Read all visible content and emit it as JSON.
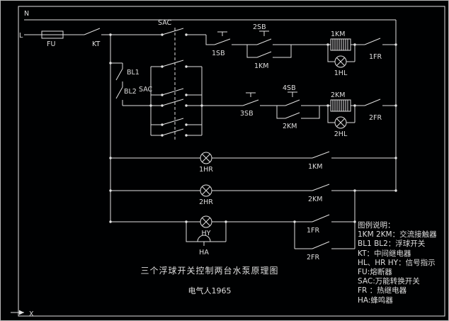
{
  "diagram": {
    "power": {
      "n": "N",
      "l": "L",
      "fu": "FU",
      "kt": "KT"
    },
    "sac": {
      "label_top": "SAC",
      "label_mid": "SAC"
    },
    "float_switches": {
      "bl1": "BL1",
      "bl2": "BL2"
    },
    "branch1": {
      "stop": "1SB",
      "start": "2SB",
      "seal": "1KM",
      "coil": "1KM",
      "lamp": "1HL",
      "thermal": "1FR"
    },
    "branch2": {
      "stop": "3SB",
      "start": "4SB",
      "seal": "2KM",
      "coil": "2KM",
      "lamp": "2HL",
      "thermal": "2FR"
    },
    "rows": {
      "lamp1": "1HR",
      "contact1": "1KM",
      "lamp2": "2HR",
      "contact2": "2KM",
      "lamp3": "HY",
      "bell": "HA",
      "thermal1": "1FR",
      "thermal2": "2FR"
    },
    "title": "三个浮球开关控制两台水泵原理图",
    "author": "电气人1965",
    "axis_x": "X"
  },
  "legend": {
    "title": "图例说明：",
    "items": [
      "1KM 2KM：交流接触器",
      "BL1 BL2：浮球开关",
      "KT：中间继电器",
      "HL、HR HY：信号指示",
      "FU:熔断器",
      "SAC:万能转换开关",
      "FR ：热继电器",
      "HA:蜂鸣器"
    ]
  },
  "colors": {
    "background": "#000102",
    "line": "#e0e0e0"
  }
}
